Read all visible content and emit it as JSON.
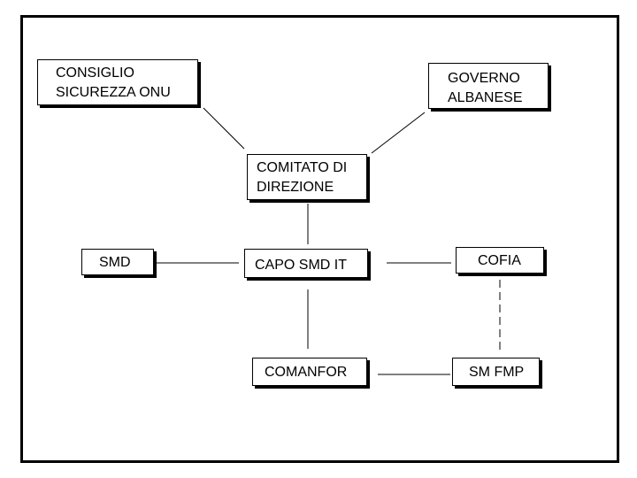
{
  "diagram": {
    "nodes": {
      "consiglio": {
        "text": "CONSIGLIO\nSICUREZZA ONU"
      },
      "governo": {
        "text": "GOVERNO\nALBANESE"
      },
      "comitato": {
        "text": "COMITATO DI\nDIREZIONE"
      },
      "smd": {
        "text": "SMD"
      },
      "capo": {
        "text": "CAPO SMD IT"
      },
      "cofia": {
        "text": "COFIA"
      },
      "comanfor": {
        "text": "COMANFOR"
      },
      "smfmp": {
        "text": "SM FMP"
      }
    },
    "links": [
      {
        "from": "consiglio",
        "to": "comitato",
        "style": "solid"
      },
      {
        "from": "governo",
        "to": "comitato",
        "style": "solid"
      },
      {
        "from": "comitato",
        "to": "capo",
        "style": "solid"
      },
      {
        "from": "smd",
        "to": "capo",
        "style": "solid"
      },
      {
        "from": "capo",
        "to": "cofia",
        "style": "solid"
      },
      {
        "from": "capo",
        "to": "comanfor",
        "style": "solid"
      },
      {
        "from": "comanfor",
        "to": "smfmp",
        "style": "solid"
      },
      {
        "from": "cofia",
        "to": "smfmp",
        "style": "dashed"
      }
    ]
  }
}
